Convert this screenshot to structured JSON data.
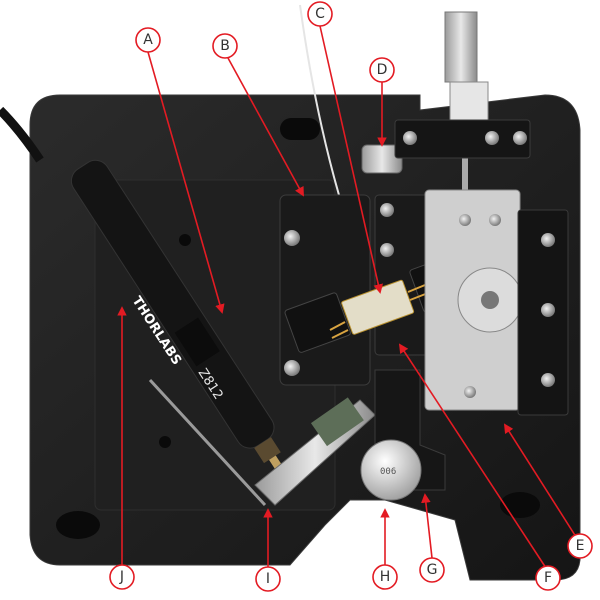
{
  "product": {
    "brand_text": "THORLABS",
    "model_text": "Z812",
    "knob_text": "006"
  },
  "callouts": [
    {
      "id": "A",
      "label": "A"
    },
    {
      "id": "B",
      "label": "B"
    },
    {
      "id": "C",
      "label": "C"
    },
    {
      "id": "D",
      "label": "D"
    },
    {
      "id": "E",
      "label": "E"
    },
    {
      "id": "F",
      "label": "F"
    },
    {
      "id": "G",
      "label": "G"
    },
    {
      "id": "H",
      "label": "H"
    },
    {
      "id": "I",
      "label": "I"
    },
    {
      "id": "J",
      "label": "J"
    }
  ],
  "colors": {
    "plate": "#1c1c1c",
    "plate_edge": "#2a2a2a",
    "arrow": "#e31b23",
    "label_ring": "#e31b23",
    "metal": "#c8c8c8",
    "gold": "#d9a441"
  }
}
